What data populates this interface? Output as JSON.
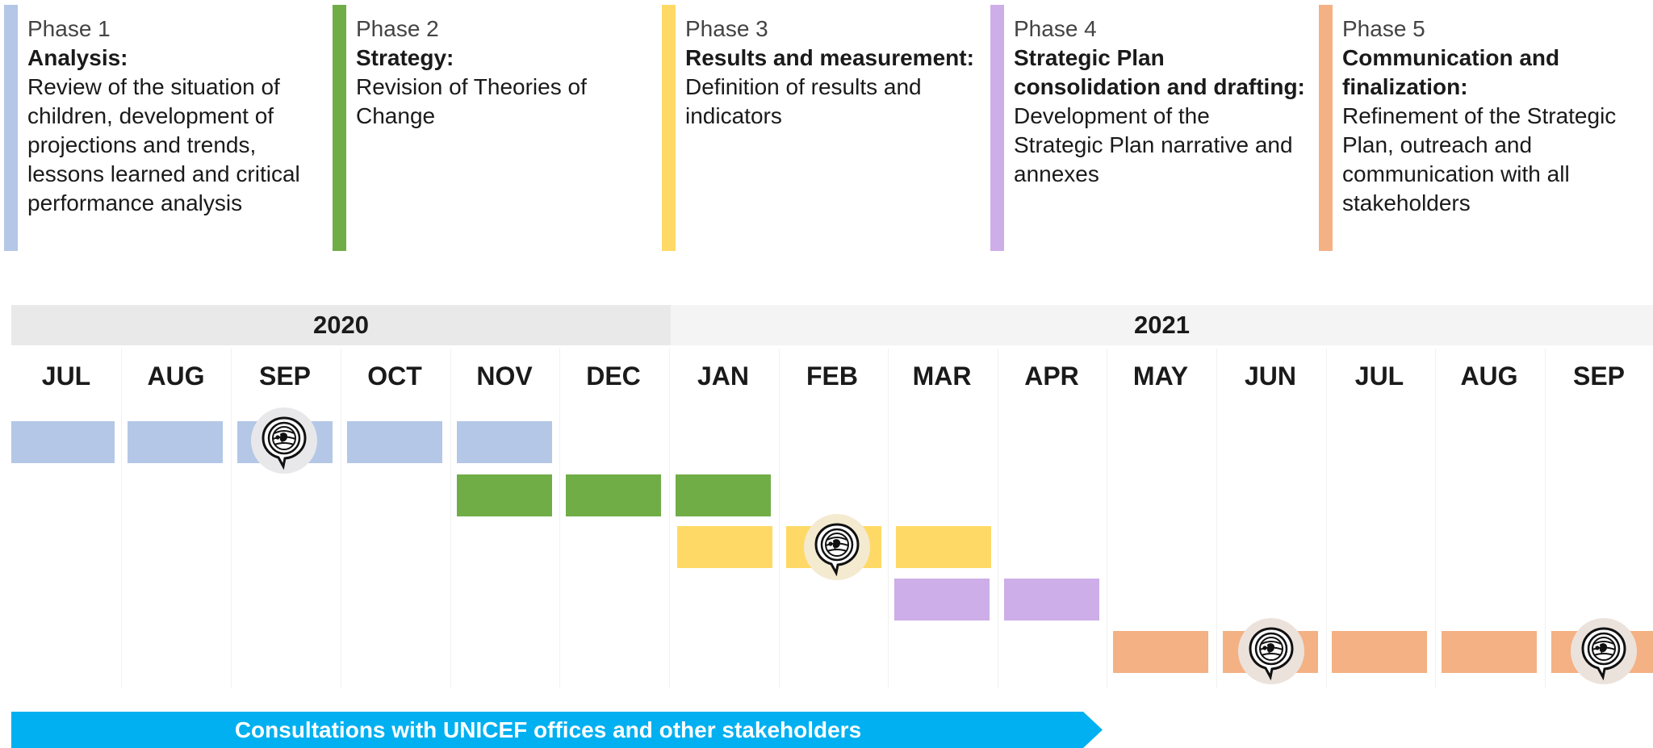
{
  "colors": {
    "phase1": "#b4c7e7",
    "phase2": "#70ad47",
    "phase3": "#ffd966",
    "phase4": "#cdaee8",
    "phase5": "#f4b183",
    "consultation": "#00b0f0",
    "year2020_band": "#e9e9e9",
    "year2021_band": "#f4f4f4"
  },
  "phases": [
    {
      "number": "Phase 1",
      "title": "Analysis:",
      "description": "Review of the situation of children, development of projections and trends, lessons learned and critical performance analysis"
    },
    {
      "number": "Phase 2",
      "title": "Strategy:",
      "description": "Revision of Theories of Change"
    },
    {
      "number": "Phase 3",
      "title": "Results and measurement:",
      "description": "Definition of results and indicators"
    },
    {
      "number": "Phase 4",
      "title": "Strategic Plan consolidation and drafting:",
      "description": "Development of the Strategic Plan narrative and annexes"
    },
    {
      "number": "Phase 5",
      "title": "Communication and finalization:",
      "description": "Refinement of the Strategic Plan, outreach and communication with all stakeholders"
    }
  ],
  "timeline": {
    "years": [
      "2020",
      "2021"
    ],
    "months": [
      "JUL",
      "AUG",
      "SEP",
      "OCT",
      "NOV",
      "DEC",
      "JAN",
      "FEB",
      "MAR",
      "APR",
      "MAY",
      "JUN",
      "JUL",
      "AUG",
      "SEP"
    ],
    "schedule": [
      {
        "phase": "Phase 1",
        "start": "JUL 2020",
        "end": "NOV 2020",
        "milestone": "SEP 2020"
      },
      {
        "phase": "Phase 2",
        "start": "NOV 2020",
        "end": "JAN 2021"
      },
      {
        "phase": "Phase 3",
        "start": "JAN 2021",
        "end": "MAR 2021",
        "milestone": "FEB 2021"
      },
      {
        "phase": "Phase 4",
        "start": "MAR 2021",
        "end": "APR 2021"
      },
      {
        "phase": "Phase 5",
        "start": "MAY 2021",
        "end": "SEP 2021",
        "milestones": [
          "JUN 2021",
          "SEP 2021"
        ]
      }
    ],
    "milestone_icon": "unicef-emblem-icon"
  },
  "consultation": {
    "label": "Consultations  with UNICEF offices and other stakeholders",
    "start": "JUL 2020",
    "end": "APR 2021"
  }
}
